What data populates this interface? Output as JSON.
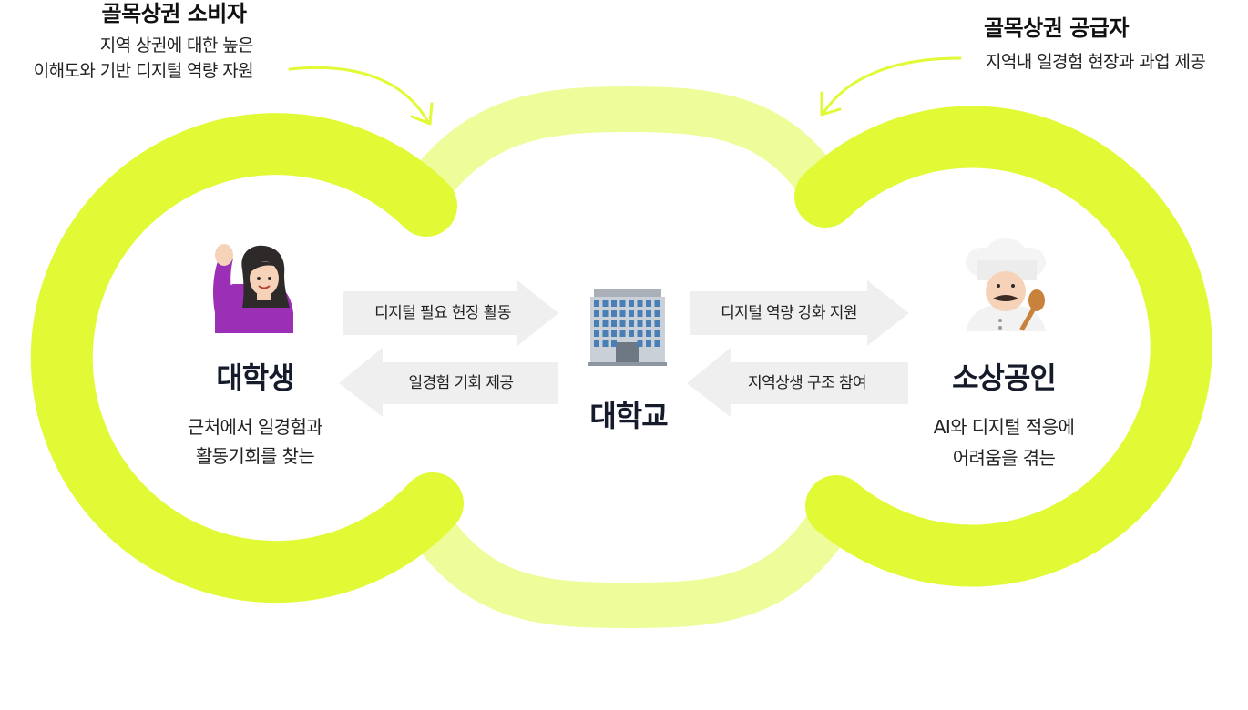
{
  "annotations": {
    "consumer": {
      "title": "골목상권 소비자",
      "lines": [
        "지역 상권에 대한 높은",
        "이해도와 기반 디지털 역량 자원"
      ]
    },
    "supplier": {
      "title": "골목상권 공급자",
      "lines": [
        "지역내 일경험 현장과 과업 제공"
      ]
    }
  },
  "nodes": {
    "student": {
      "title": "대학생",
      "desc": [
        "근처에서 일경험과",
        "활동기회를 찾는"
      ],
      "icon": "woman-raising-hand-icon"
    },
    "university": {
      "title": "대학교",
      "icon": "office-building-icon"
    },
    "merchant": {
      "title": "소상공인",
      "desc": [
        "AI와 디지털 적응에",
        "어려움을 겪는"
      ],
      "icon": "chef-icon"
    }
  },
  "flows": {
    "student_to_univ": "디지털 필요 현장 활동",
    "univ_to_student": "일경험 기회 제공",
    "univ_to_merchant": "디지털 역량 강화 지원",
    "merchant_to_univ": "지역상생 구조 참여"
  },
  "colors": {
    "ring_main": "#e2f936",
    "ring_light": "#eefc9a",
    "arrow_fill": "#efefef",
    "annotation_arrow": "#e2f936",
    "title_text": "#161b2b"
  }
}
